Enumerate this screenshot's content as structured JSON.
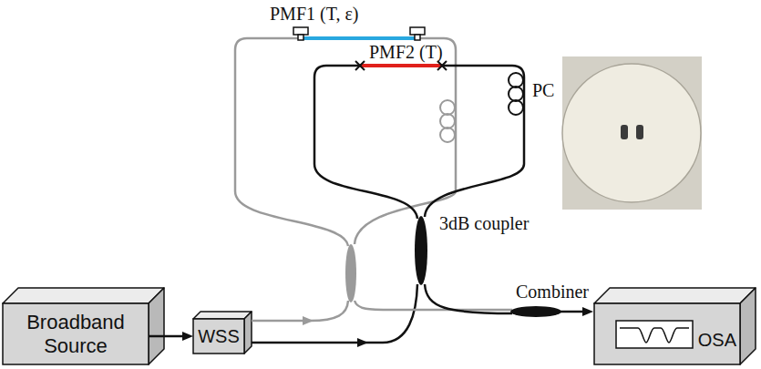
{
  "diagram": {
    "nodes": [
      {
        "text": [
          "Broadband Source"
        ]
      },
      {
        "text": [
          "WSS"
        ]
      },
      {
        "text": [
          "OSA"
        ]
      }
    ],
    "edges": [
      {
        "from": 0,
        "to": 1,
        "arrow": "to"
      }
    ],
    "labels": [
      "PMF1 (T, ε)",
      "PMF2 (T)",
      "PC",
      "3dB coupler",
      "Combiner"
    ]
  }
}
